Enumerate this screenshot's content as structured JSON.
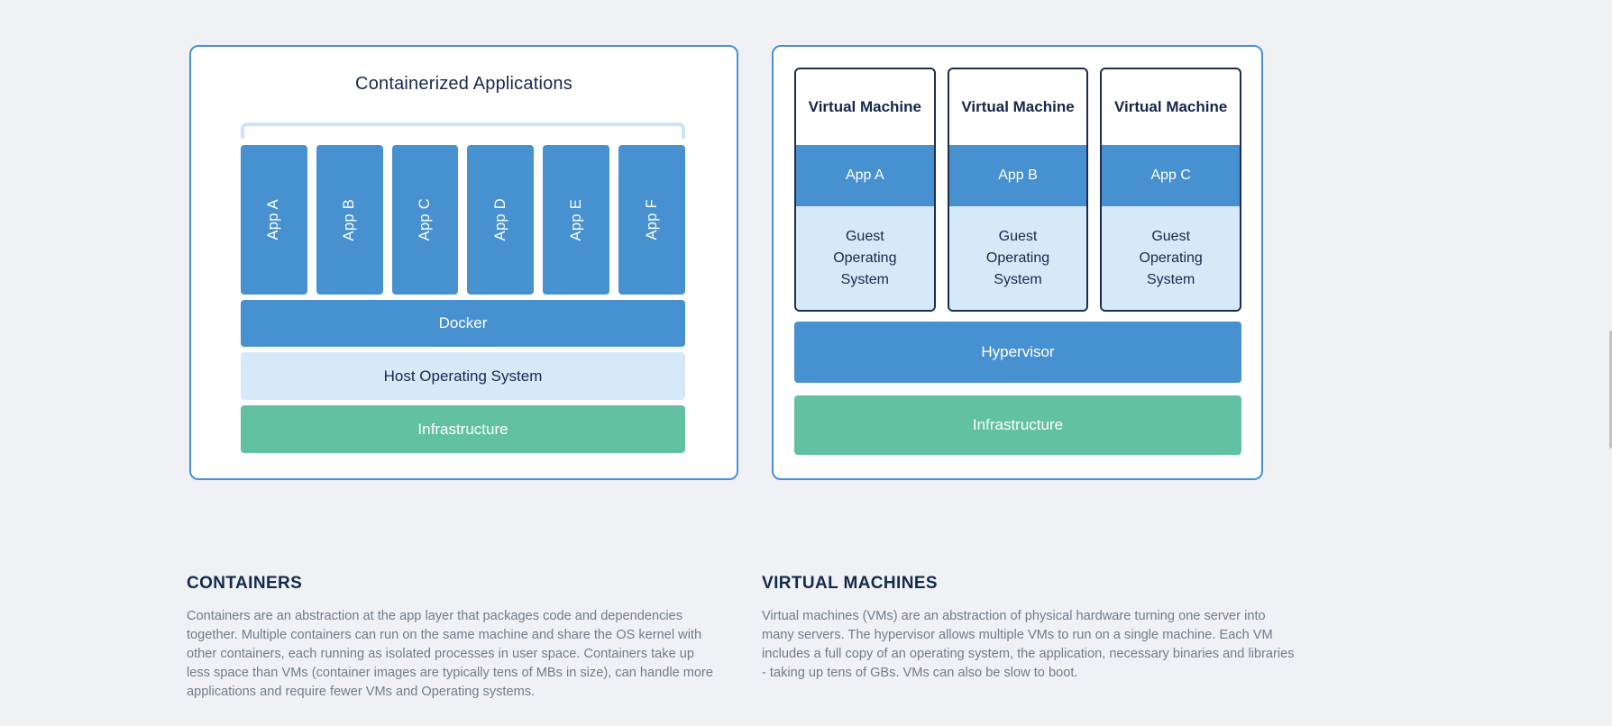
{
  "colors": {
    "page_background": "#eff1f4",
    "panel_border": "#4a90d9",
    "bar_blue": "#4791d0",
    "bar_light_blue": "#d6e9f8",
    "bar_green": "#61c1a0",
    "navy_text": "#17294e",
    "body_text_gray": "#707d8c",
    "bracket_light_blue": "#cbe4f7",
    "vm_box_border": "#1d2c4f"
  },
  "containers_panel": {
    "title": "Containerized Applications",
    "apps": [
      "App A",
      "App B",
      "App C",
      "App D",
      "App E",
      "App F"
    ],
    "layers": {
      "docker": "Docker",
      "host_os": "Host Operating System",
      "infrastructure": "Infrastructure"
    }
  },
  "vm_panel": {
    "vms": [
      {
        "title": "Virtual Machine",
        "app": "App A",
        "os": "Guest Operating System"
      },
      {
        "title": "Virtual Machine",
        "app": "App B",
        "os": "Guest Operating System"
      },
      {
        "title": "Virtual Machine",
        "app": "App C",
        "os": "Guest Operating System"
      }
    ],
    "layers": {
      "hypervisor": "Hypervisor",
      "infrastructure": "Infrastructure"
    }
  },
  "descriptions": {
    "containers": {
      "heading": "CONTAINERS",
      "body": "Containers are an abstraction at the app layer that packages code and dependencies together. Multiple containers can run on the same machine and share the OS kernel with other containers, each running as isolated processes in user space. Containers take up less space than VMs (container images are typically tens of MBs in size), can handle more applications and require fewer VMs and Operating systems."
    },
    "virtual_machines": {
      "heading": "VIRTUAL MACHINES",
      "body": "Virtual machines (VMs) are an abstraction of physical hardware turning one server into many servers. The hypervisor allows multiple VMs to run on a single machine. Each VM includes a full copy of an operating system, the application, necessary binaries and libraries - taking up tens of GBs. VMs can also be slow to boot."
    }
  }
}
